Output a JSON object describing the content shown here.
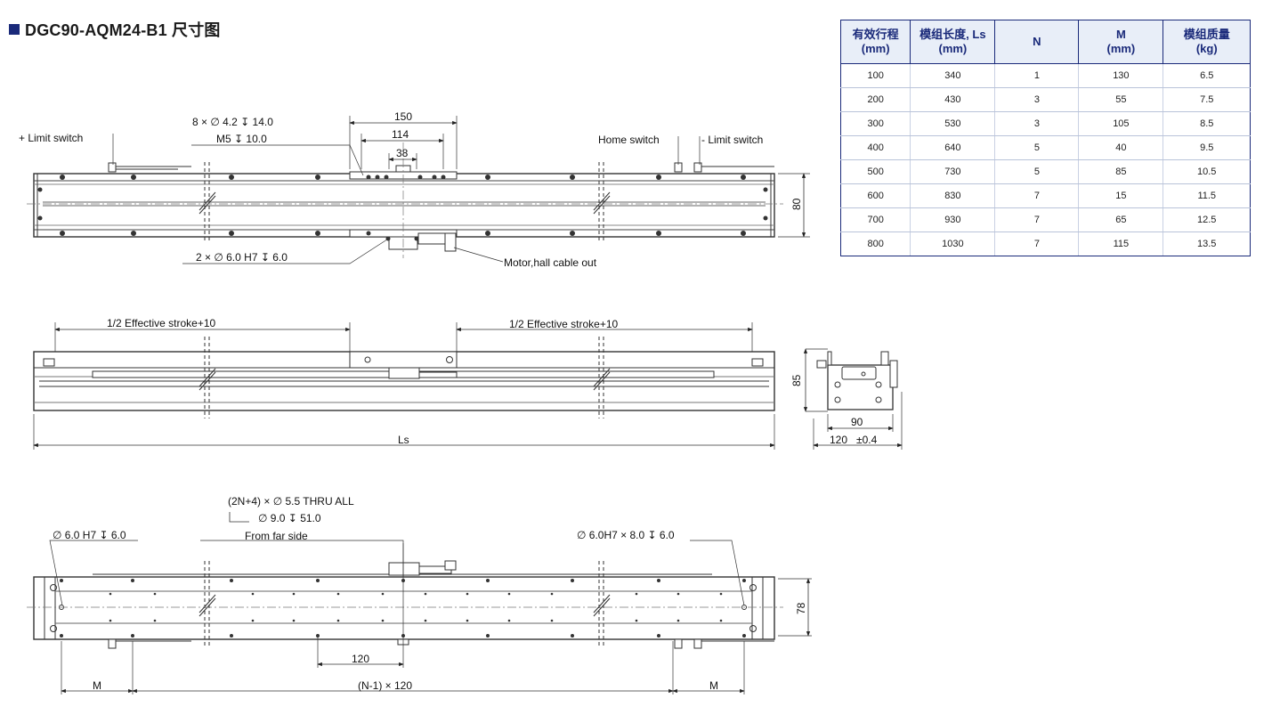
{
  "title": "DGC90-AQM24-B1 尺寸图",
  "colors": {
    "accent": "#1a2a7a",
    "header_bg": "#e8eef8"
  },
  "table": {
    "headers": [
      [
        "有效行程",
        "(mm)"
      ],
      [
        "模组长度, Ls",
        "(mm)"
      ],
      [
        "N",
        ""
      ],
      [
        "M",
        "(mm)"
      ],
      [
        "模组质量",
        "(kg)"
      ]
    ],
    "rows": [
      [
        "100",
        "340",
        "1",
        "130",
        "6.5"
      ],
      [
        "200",
        "430",
        "3",
        "55",
        "7.5"
      ],
      [
        "300",
        "530",
        "3",
        "105",
        "8.5"
      ],
      [
        "400",
        "640",
        "5",
        "40",
        "9.5"
      ],
      [
        "500",
        "730",
        "5",
        "85",
        "10.5"
      ],
      [
        "600",
        "830",
        "7",
        "15",
        "11.5"
      ],
      [
        "700",
        "930",
        "7",
        "65",
        "12.5"
      ],
      [
        "800",
        "1030",
        "7",
        "115",
        "13.5"
      ]
    ]
  },
  "top_view": {
    "holes_note": "8 × ∅ 4.2 ↧ 14.0",
    "thread_note": "M5 ↧ 10.0",
    "dim_150": "150",
    "dim_114": "114",
    "dim_38": "38",
    "plus_limit": "+ Limit switch",
    "home_switch": "Home switch",
    "minus_limit": "- Limit switch",
    "height": "80",
    "pin_note": "2 × ∅ 6.0 H7 ↧ 6.0",
    "motor_cable": "Motor,hall cable out"
  },
  "side_view": {
    "left_stroke": "1/2 Effective stroke+10",
    "right_stroke": "1/2 Effective stroke+10",
    "ls": "Ls",
    "height": "85",
    "end_90": "90",
    "end_120": "120",
    "end_tol": "±0.4"
  },
  "bottom_view": {
    "thru_note": "(2N+4) × ∅ 5.5 THRU ALL",
    "cbore_note": "∅ 9.0 ↧ 51.0",
    "far_side": "From far side",
    "left_pin": "∅ 6.0 H7 ↧ 6.0",
    "right_pin": "∅ 6.0H7 × 8.0 ↧ 6.0",
    "height": "78",
    "pitch": "120",
    "m_left": "M",
    "n_pitch": "(N-1) × 120",
    "m_right": "M"
  }
}
